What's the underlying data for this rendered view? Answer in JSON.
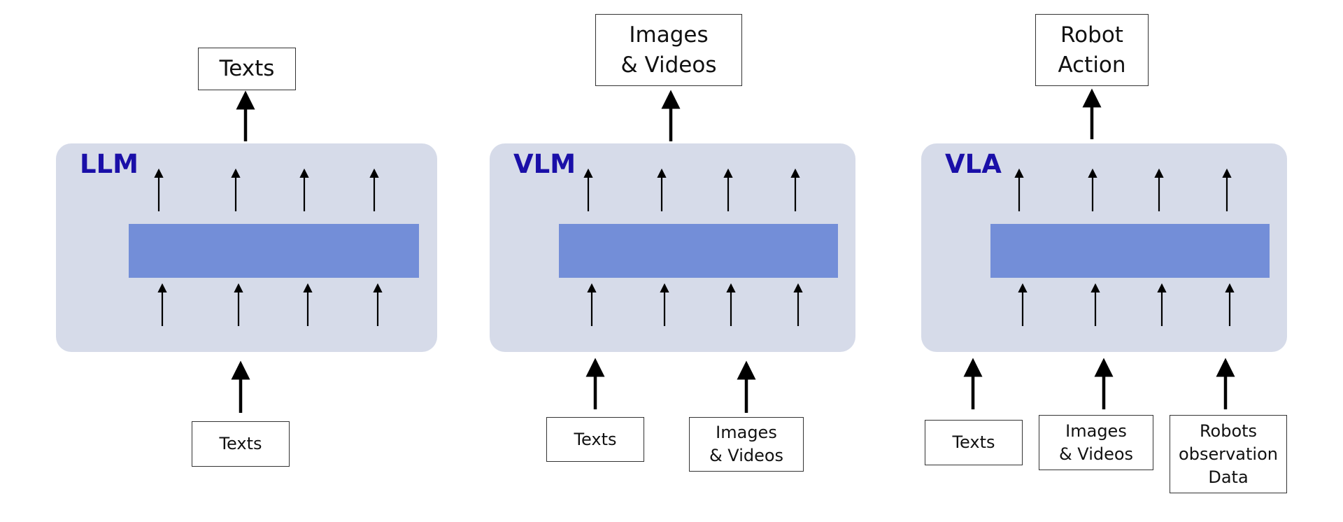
{
  "colors": {
    "panel": "#d6dbe9",
    "bar": "#738ed8",
    "label": "#1a0fa8",
    "arrow": "#000000"
  },
  "models": [
    {
      "name": "LLM",
      "output": "Texts",
      "inputs": [
        "Texts"
      ]
    },
    {
      "name": "VLM",
      "output": "Images\n& Videos",
      "inputs": [
        "Texts",
        "Images\n& Videos"
      ]
    },
    {
      "name": "VLA",
      "output": "Robot\nAction",
      "inputs": [
        "Texts",
        "Images\n& Videos",
        "Robots\nobservation\nData"
      ]
    }
  ]
}
